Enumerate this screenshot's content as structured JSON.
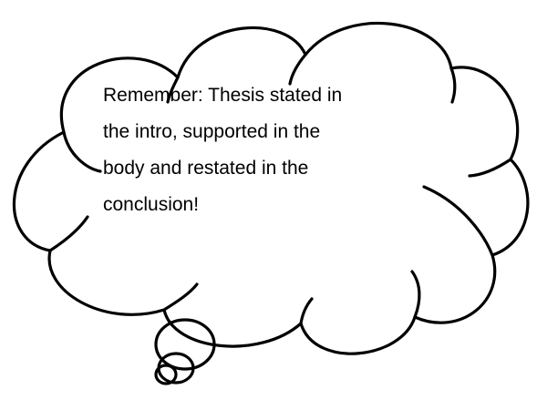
{
  "thought_cloud": {
    "lines": [
      "Remember: Thesis stated in",
      "the intro, supported in the",
      "body and restated in the",
      "conclusion!"
    ]
  }
}
